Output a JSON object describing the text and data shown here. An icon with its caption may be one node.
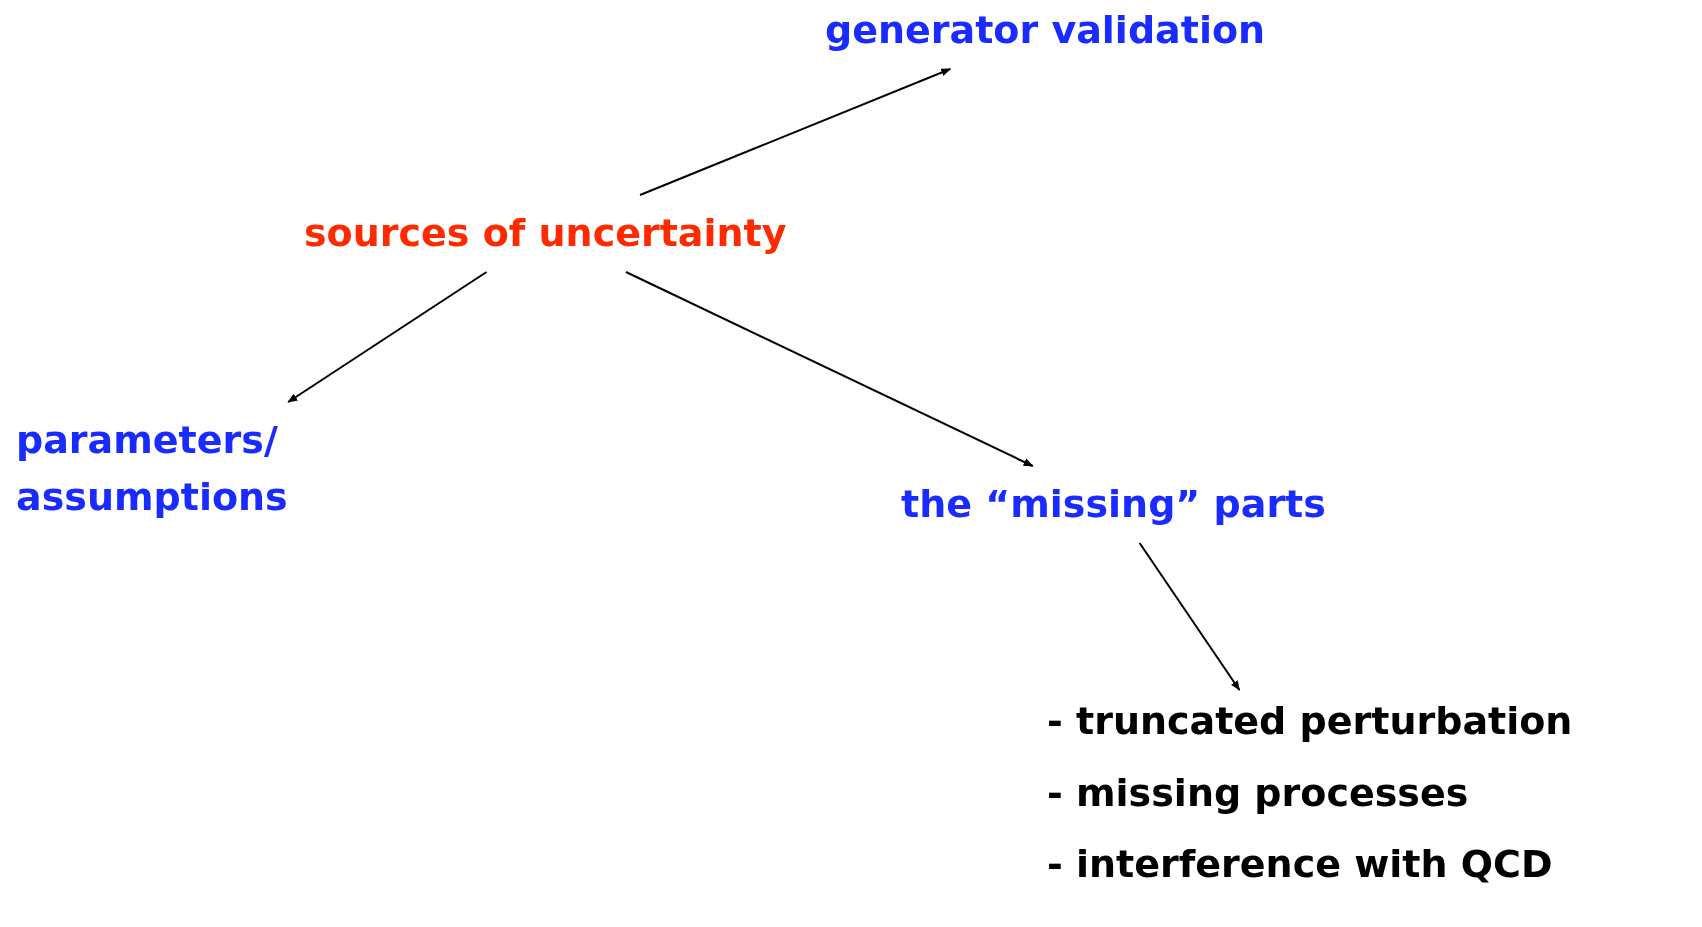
{
  "diagram": {
    "nodes": [
      {
        "text": [
          "sources of uncertainty"
        ]
      },
      {
        "text": [
          "generator validation"
        ]
      },
      {
        "text": [
          "parameters/ assumptions"
        ]
      },
      {
        "text": [
          "the “missing” parts"
        ]
      },
      {
        "text": [
          "- truncated perturbation",
          "- missing processes",
          "- interference with QCD"
        ]
      }
    ],
    "edges": [
      {
        "from": 0,
        "to": 1,
        "arrow": "to"
      },
      {
        "from": 0,
        "to": 2,
        "arrow": "to"
      },
      {
        "from": 0,
        "to": 3,
        "arrow": "to"
      },
      {
        "from": 3,
        "to": 4,
        "arrow": "to"
      }
    ]
  }
}
